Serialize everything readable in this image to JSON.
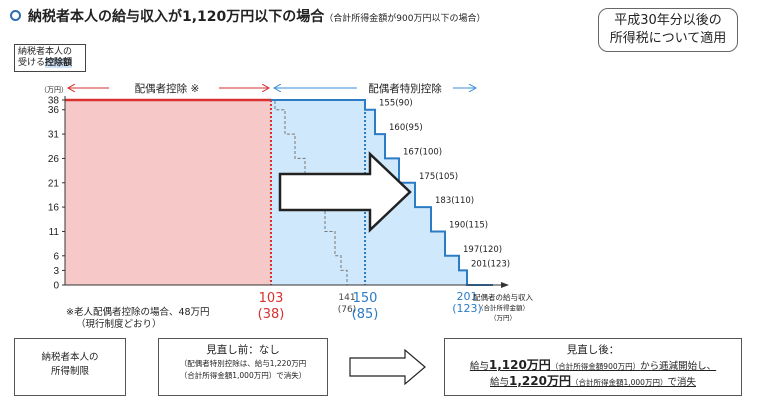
{
  "header": {
    "title": "納税者本人の給与収入が1,120万円以下の場合",
    "subtitle": "（合計所得金額が900万円以下の場合）",
    "year_line1": "平成30年分以後の",
    "year_line2": "所得税について適用"
  },
  "chart_data": {
    "type": "step",
    "y_axis_title_line1": "納税者本人の",
    "y_axis_title_line2_a": "受ける",
    "y_axis_title_line2_b": "控除額",
    "y_unit": "（万円）",
    "x_axis_title_line1": "配偶者の給与収入",
    "x_axis_title_line2": "（合計所得金額）",
    "x_unit": "（万円）",
    "y_ticks": [
      0,
      3,
      6,
      11,
      16,
      21,
      26,
      31,
      36,
      38
    ],
    "ylim": [
      0,
      38
    ],
    "xlim": [
      0,
      214
    ],
    "regions": [
      {
        "name": "配偶者控除",
        "marker": "※",
        "x_start": 0,
        "x_end": 103,
        "color": "#f6c8c8",
        "arrow_color": "#d93030"
      },
      {
        "name": "配偶者特別控除",
        "x_start": 103,
        "x_end": 201,
        "color": "#cfe8fb",
        "arrow_color": "#3a8fd8"
      }
    ],
    "series": [
      {
        "style": "solid-blue",
        "points": [
          [
            0,
            38
          ],
          [
            150,
            38
          ],
          [
            150,
            36
          ],
          [
            155,
            36
          ],
          [
            155,
            31
          ],
          [
            160,
            31
          ],
          [
            160,
            26
          ],
          [
            167,
            26
          ],
          [
            167,
            21
          ],
          [
            175,
            21
          ],
          [
            175,
            16
          ],
          [
            183,
            16
          ],
          [
            183,
            11
          ],
          [
            190,
            11
          ],
          [
            190,
            6
          ],
          [
            197,
            6
          ],
          [
            197,
            3
          ],
          [
            201,
            3
          ],
          [
            201,
            0
          ],
          [
            214,
            0
          ]
        ]
      },
      {
        "style": "dashed-gray",
        "points": [
          [
            103,
            38
          ],
          [
            105,
            38
          ],
          [
            105,
            36
          ],
          [
            110,
            36
          ],
          [
            110,
            31
          ],
          [
            115,
            31
          ],
          [
            115,
            26
          ],
          [
            120,
            26
          ],
          [
            120,
            21
          ],
          [
            125,
            21
          ],
          [
            125,
            16
          ],
          [
            130,
            16
          ],
          [
            130,
            11
          ],
          [
            135,
            11
          ],
          [
            135,
            6
          ],
          [
            138,
            6
          ],
          [
            138,
            3
          ],
          [
            141,
            3
          ],
          [
            141,
            0
          ]
        ]
      }
    ],
    "step_labels": [
      {
        "x": 155,
        "y": 36,
        "text": "155(90)"
      },
      {
        "x": 160,
        "y": 31,
        "text": "160(95)"
      },
      {
        "x": 167,
        "y": 26,
        "text": "167(100)"
      },
      {
        "x": 175,
        "y": 21,
        "text": "175(105)"
      },
      {
        "x": 183,
        "y": 16,
        "text": "183(110)"
      },
      {
        "x": 190,
        "y": 11,
        "text": "190(115)"
      },
      {
        "x": 197,
        "y": 6,
        "text": "197(120)"
      },
      {
        "x": 201,
        "y": 3,
        "text": "201(123)"
      }
    ],
    "x_markers": [
      {
        "x": 103,
        "top": "103",
        "bottom": "(38)",
        "color": "#d93030",
        "size": "big"
      },
      {
        "x": 141,
        "top": "141",
        "bottom": "(76)",
        "color": "#444444",
        "size": "small"
      },
      {
        "x": 150,
        "top": "150",
        "bottom": "(85)",
        "color": "#2b7cc4",
        "size": "big"
      },
      {
        "x": 201,
        "top": "201",
        "bottom": "(123)",
        "color": "#2b7cc4",
        "size": "mid"
      }
    ]
  },
  "note": {
    "line1": "※老人配偶者控除の場合、48万円",
    "line2": "（現行制度どおり）"
  },
  "bottom": {
    "left_line1": "納税者本人の",
    "left_line2": "所得制限",
    "before_title": "見直し前：なし",
    "before_line1": "（配偶者特別控除は、給与1,220万円",
    "before_line2": "（合計所得金額1,000万円）で消失）",
    "after_title": "見直し後：",
    "after_l1_a": "給与",
    "after_l1_b": "1,120万円",
    "after_l1_c": "（合計所得金額900万円）",
    "after_l1_d": "から逓減開始し、",
    "after_l2_a": "給与",
    "after_l2_b": "1,220万円",
    "after_l2_c": "（合計所得金額1,000万円）",
    "after_l2_d": "で消失"
  },
  "colors": {
    "blue_line": "#2b7cc4",
    "red_line": "#d93030",
    "pink_fill": "#f6c8c8",
    "blue_fill": "#cfe8fb"
  }
}
